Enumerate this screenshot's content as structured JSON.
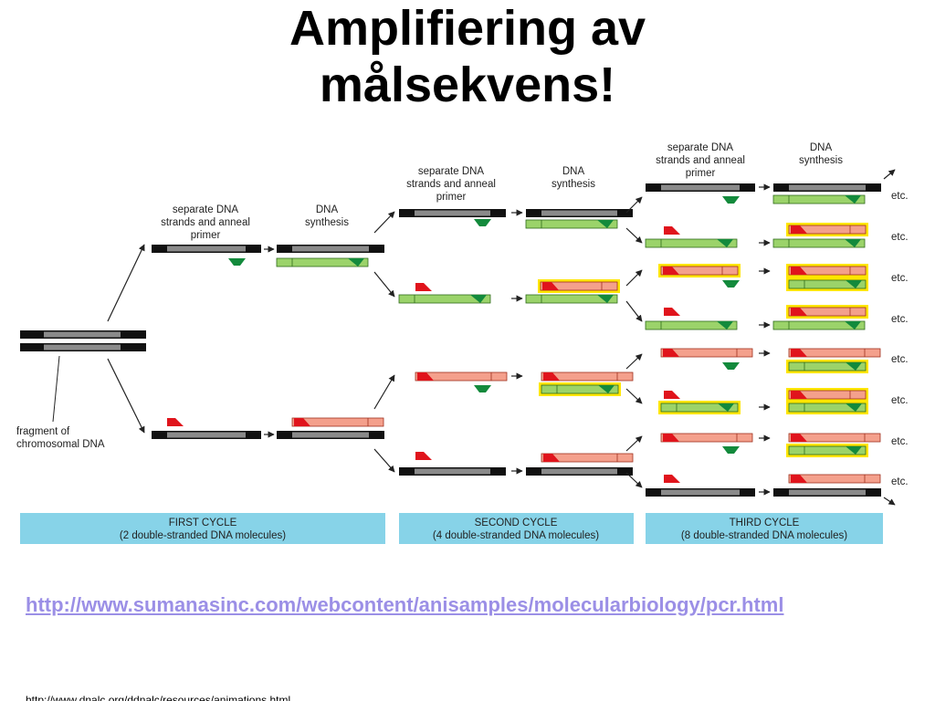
{
  "title": {
    "line1": "Amplifiering av",
    "line2": "målsekvens!"
  },
  "diagram": {
    "fragment_label": [
      "fragment of",
      "chromosomal DNA"
    ],
    "step_separate": [
      "separate DNA",
      "strands and anneal",
      "primer"
    ],
    "step_synthesis": [
      "DNA",
      "synthesis"
    ],
    "etc_label": "etc.",
    "cycles": [
      {
        "name": "FIRST CYCLE",
        "subtitle": "(2 double-stranded DNA molecules)"
      },
      {
        "name": "SECOND CYCLE",
        "subtitle": "(4 double-stranded DNA molecules)"
      },
      {
        "name": "THIRD CYCLE",
        "subtitle": "(8 double-stranded DNA molecules)"
      }
    ],
    "colors": {
      "template_strand": "#8a8a8a",
      "strand_end": "#111111",
      "new_strand": "#9bd36a",
      "primer_green": "#138a3c",
      "primer_red": "#e0141c",
      "red_strand": "#f4a08c",
      "highlight": "#ffe600",
      "cycle_band": "#87d3e8"
    }
  },
  "links": {
    "main": "http://www.sumanasinc.com/webcontent/anisamples/molecularbiology/pcr.html",
    "secondary": "http://www.dnalc.org/ddnalc/resources/animations.html"
  }
}
